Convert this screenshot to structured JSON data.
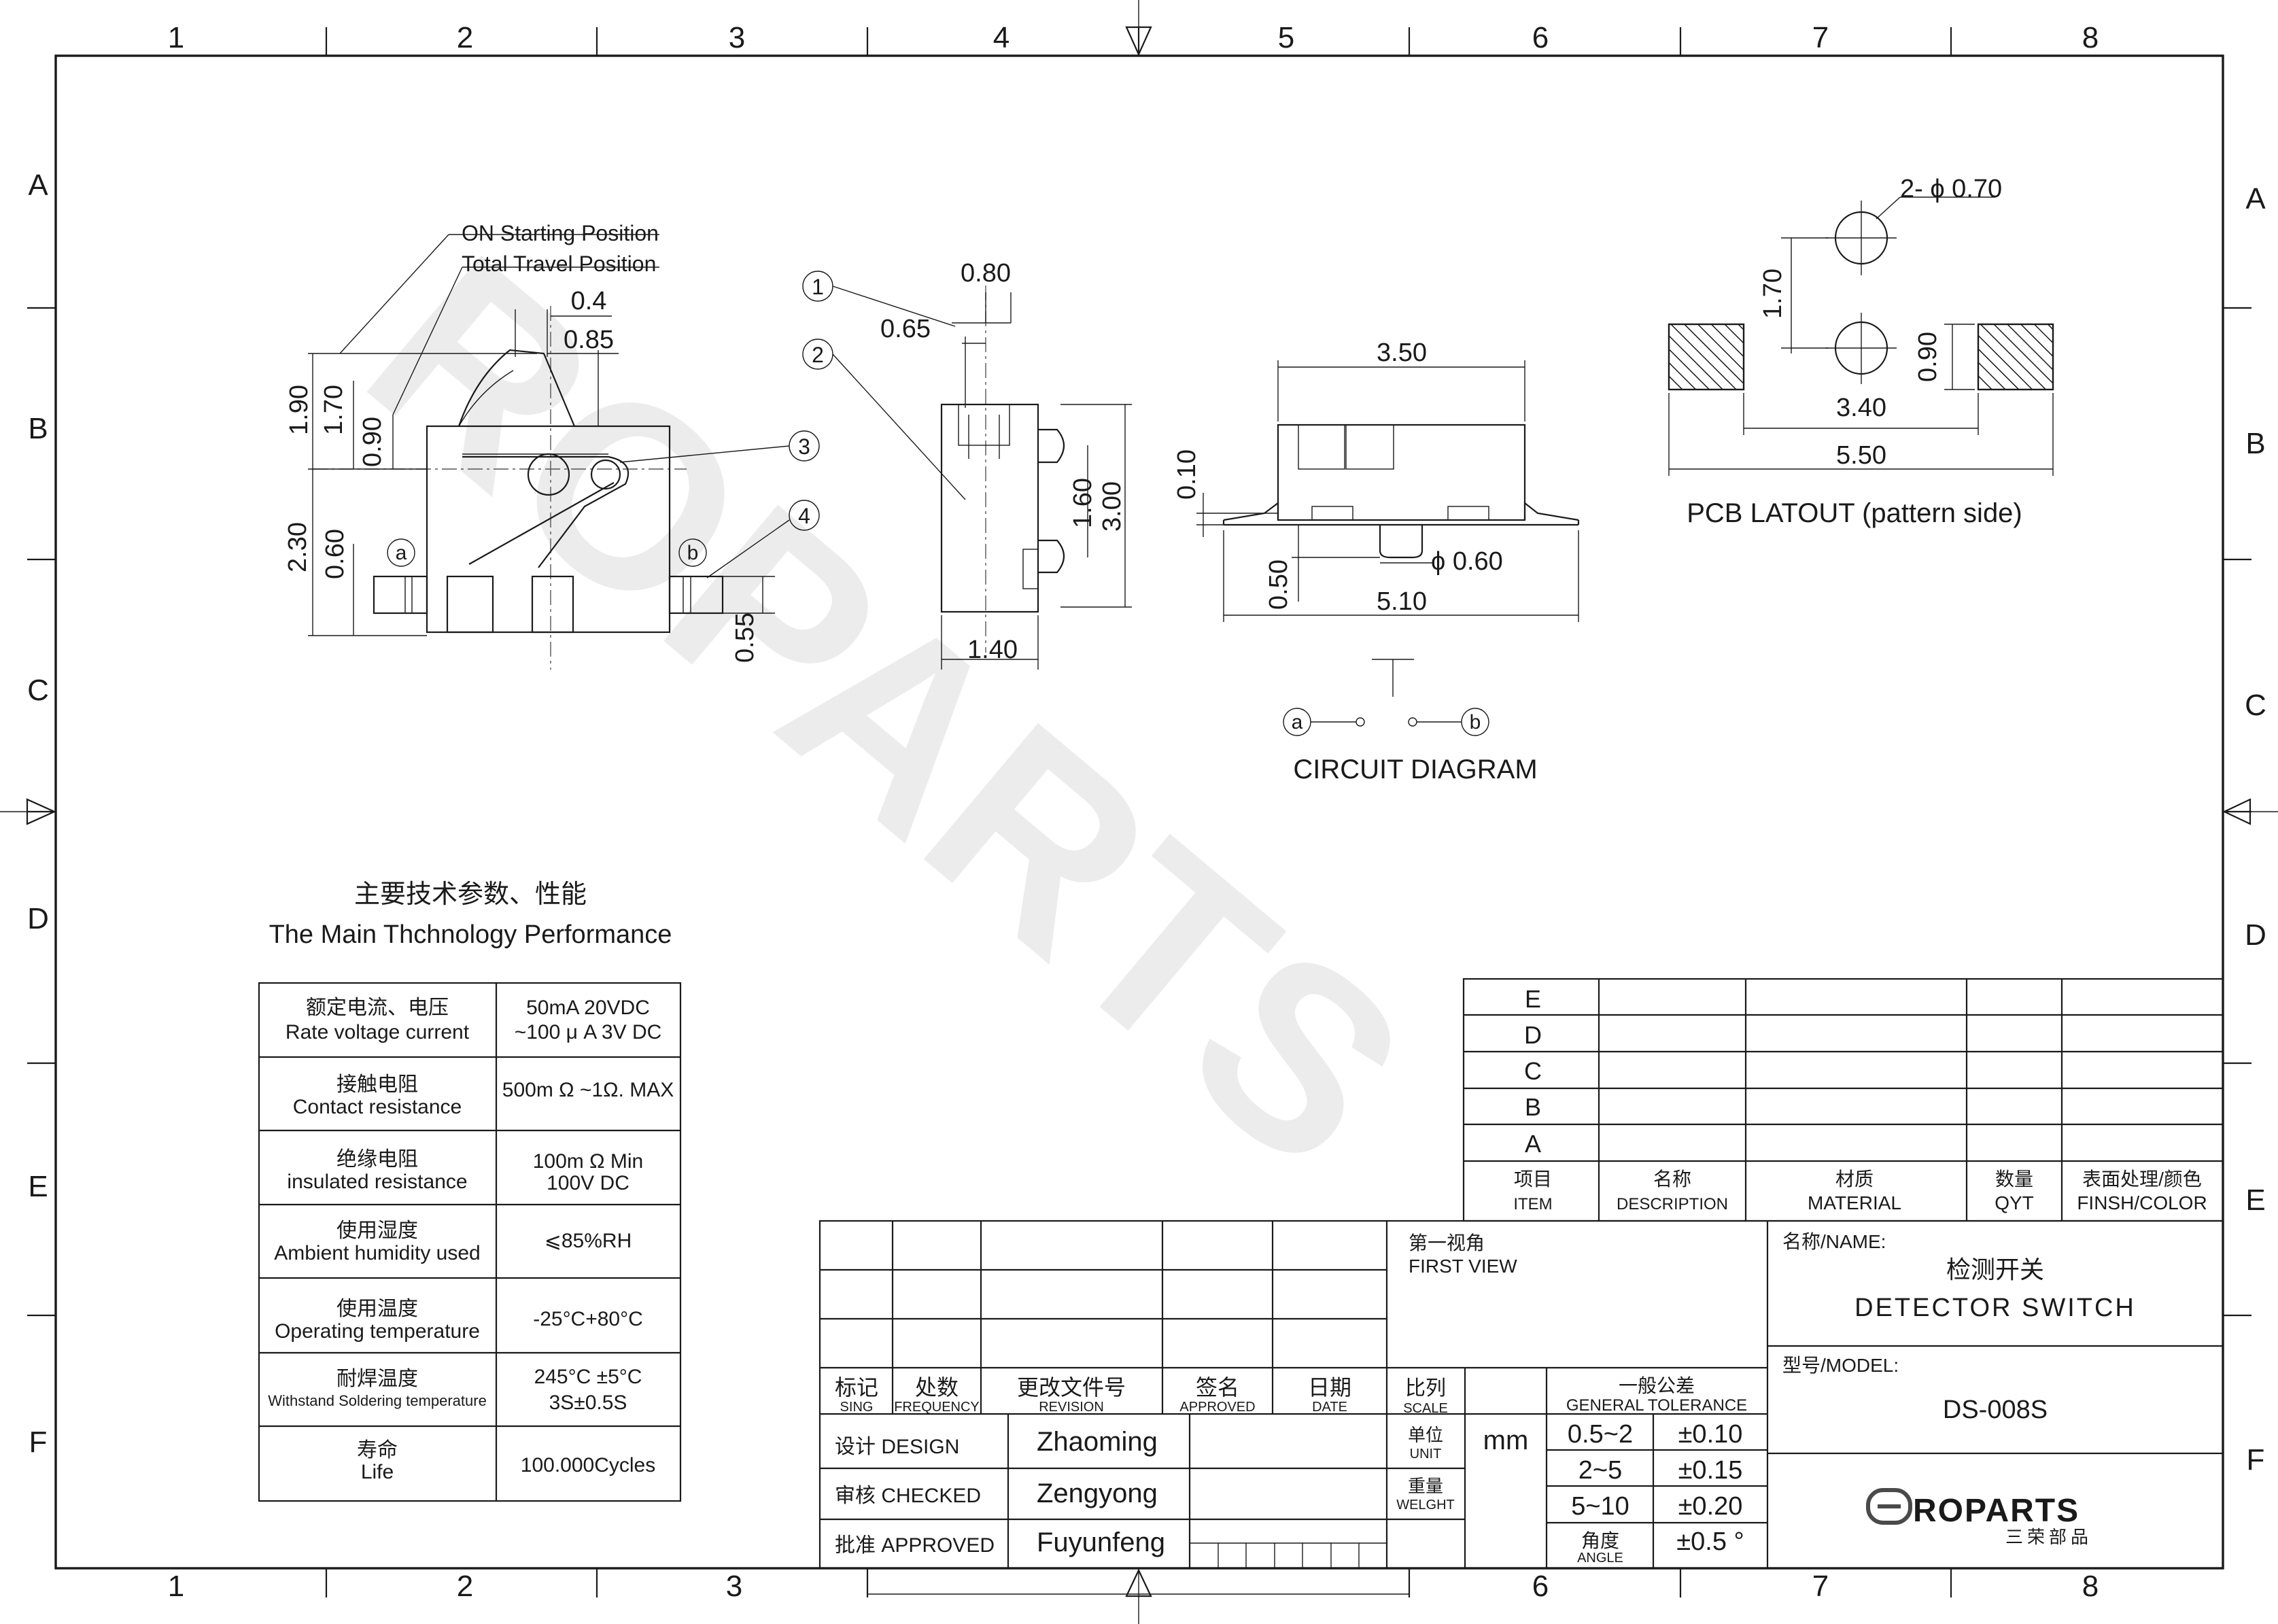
{
  "frame": {
    "columns": [
      "1",
      "2",
      "3",
      "4",
      "5",
      "6",
      "7",
      "8"
    ],
    "rows": [
      "A",
      "B",
      "C",
      "D",
      "E",
      "F"
    ]
  },
  "side_view": {
    "label_on_start": "ON Starting Position",
    "label_total_travel": "Total Travel Position",
    "dim_04": "0.4",
    "dim_085": "0.85",
    "dim_190": "1.90",
    "dim_170": "1.70",
    "dim_090": "0.90",
    "dim_230": "2.30",
    "dim_060": "0.60",
    "dim_055": "0.55",
    "terminal_a": "a",
    "terminal_b": "b",
    "callout_3": "3",
    "callout_4": "4"
  },
  "end_view": {
    "callout_1": "1",
    "callout_2": "2",
    "dim_080": "0.80",
    "dim_065": "0.65",
    "dim_160": "1.60",
    "dim_300": "3.00",
    "dim_140": "1.40"
  },
  "front_view": {
    "dim_350": "3.50",
    "dim_010": "0.10",
    "dim_050": "0.50",
    "dim_510": "5.10",
    "dim_phi060": "ϕ 0.60"
  },
  "pcb": {
    "dim_holes": "2- ϕ 0.70",
    "dim_170": "1.70",
    "dim_090": "0.90",
    "dim_340": "3.40",
    "dim_550": "5.50",
    "title": "PCB LATOUT  (pattern side)"
  },
  "circuit": {
    "terminal_a": "a",
    "terminal_b": "b",
    "title": "CIRCUIT DIAGRAM"
  },
  "specs": {
    "title_cn": "主要技术参数、性能",
    "title_en": "The Main Thchnology Performance",
    "rows": [
      {
        "cn": "额定电流、电压",
        "en": "Rate voltage current",
        "v1": "50mA    20VDC",
        "v2": "~100 μ A 3V DC"
      },
      {
        "cn": "接触电阻",
        "en": "Contact resistance",
        "v1": "500m Ω ~1Ω. MAX",
        "v2": ""
      },
      {
        "cn": "绝缘电阻",
        "en": "insulated resistance",
        "v1": "100m Ω  Min",
        "v2": "100V DC"
      },
      {
        "cn": "使用湿度",
        "en": "Ambient humidity used",
        "v1": "⩽85%RH",
        "v2": ""
      },
      {
        "cn": "使用温度",
        "en": "Operating temperature",
        "v1": "-25°C+80°C",
        "v2": ""
      },
      {
        "cn": "耐焊温度",
        "en": "Withstand Soldering temperature",
        "v1": "245°C ±5°C",
        "v2": "3S±0.5S"
      },
      {
        "cn": "寿命",
        "en": "Life",
        "v1": "100.000Cycles",
        "v2": ""
      }
    ]
  },
  "bom": {
    "rev_rows": [
      "E",
      "D",
      "C",
      "B",
      "A"
    ],
    "h_item_cn": "项目",
    "h_item_en": "ITEM",
    "h_desc_cn": "名称",
    "h_desc_en": "DESCRIPTION",
    "h_mat_cn": "材质",
    "h_mat_en": "MATERIAL",
    "h_qty_cn": "数量",
    "h_qty_en": "QYT",
    "h_fin_cn": "表面处理/颜色",
    "h_fin_en": "FINSH/COLOR"
  },
  "title_block": {
    "h_sing_cn": "标记",
    "h_sing_en": "SING",
    "h_freq_cn": "处数",
    "h_freq_en": "FREQUENCY",
    "h_rev_cn": "更改文件号",
    "h_rev_en": "REVISION",
    "h_appr_cn": "签名",
    "h_appr_en": "APPROVED",
    "h_date_cn": "日期",
    "h_date_en": "DATE",
    "design_label": "设计 DESIGN",
    "design_name": "Zhaoming",
    "checked_label": "审核 CHECKED",
    "checked_name": "Zengyong",
    "approved_label": "批准 APPROVED",
    "approved_name": "Fuyunfeng",
    "view_cn": "第一视角",
    "view_en": "FIRST VIEW",
    "scale_cn": "比列",
    "scale_en": "SCALE",
    "unit_cn": "单位",
    "unit_en": "UNIT",
    "unit_value": "mm",
    "weight_cn": "重量",
    "weight_en": "WELGHT",
    "tol_cn": "一般公差",
    "tol_en": "GENERAL TOLERANCE",
    "tol_rows": [
      {
        "range": "0.5~2",
        "tol": "±0.10"
      },
      {
        "range": "2~5",
        "tol": "±0.15"
      },
      {
        "range": "5~10",
        "tol": "±0.20"
      }
    ],
    "angle_cn": "角度",
    "angle_en": "ANGLE",
    "angle_tol": "±0.5 °",
    "name_label": "名称/NAME:",
    "name_cn": "检测开关",
    "name_en": "DETECTOR  SWITCH",
    "model_label": "型号/MODEL:",
    "model_value": "DS-008S",
    "logo_text": "ROPARTS",
    "logo_cn": "三荣部品"
  }
}
